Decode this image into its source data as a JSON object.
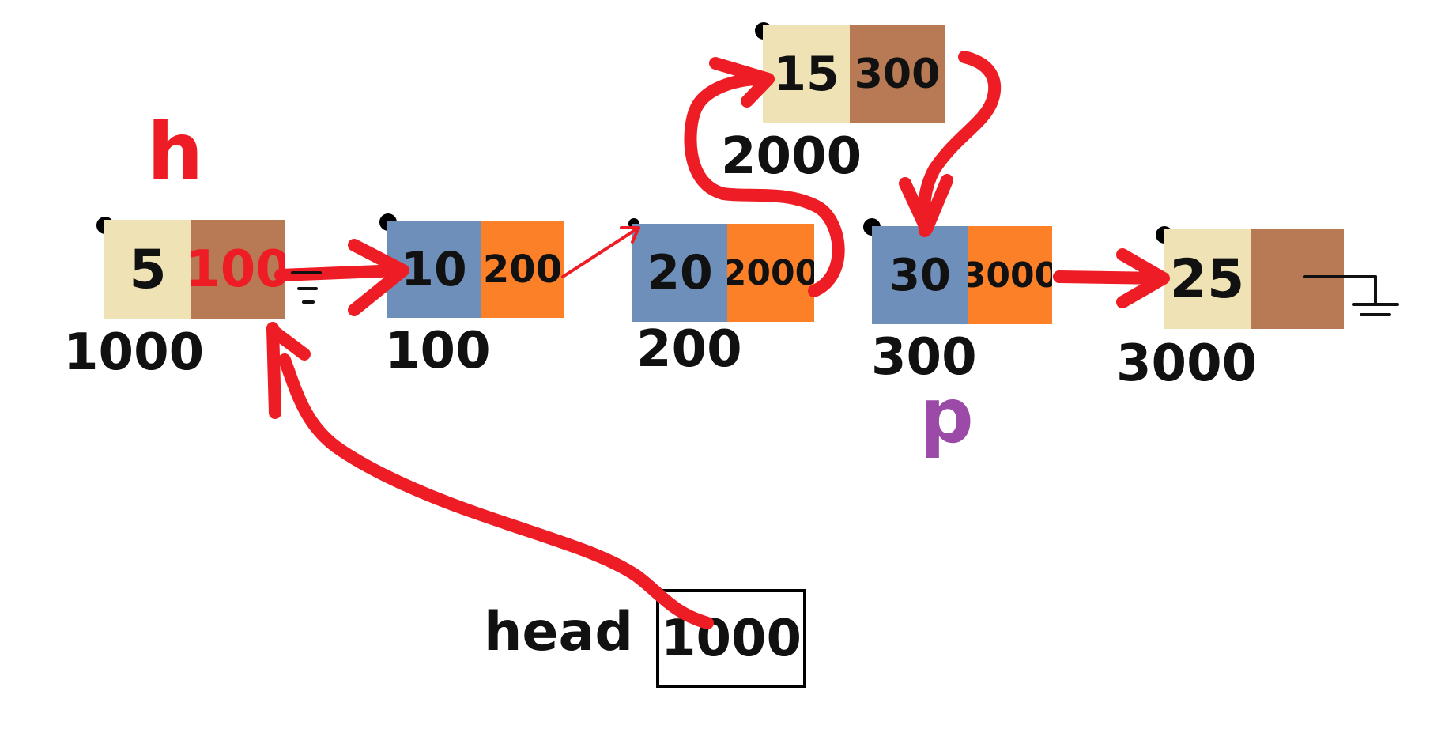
{
  "colors": {
    "beige": "#efe3b6",
    "brown": "#b87a55",
    "blue": "#6f8fbb",
    "orange": "#fc8028",
    "red": "#ee1c24",
    "purple": "#9b4aa8"
  },
  "nodes": [
    {
      "id": "n1000",
      "data": "5",
      "next": "100",
      "address": "1000"
    },
    {
      "id": "n100",
      "data": "10",
      "next": "200",
      "address": "100"
    },
    {
      "id": "n200",
      "data": "20",
      "next": "2000",
      "address": "200"
    },
    {
      "id": "n2000",
      "data": "15",
      "next": "300",
      "address": "2000"
    },
    {
      "id": "n300",
      "data": "30",
      "next": "3000",
      "address": "300"
    },
    {
      "id": "n3000",
      "data": "25",
      "next": "",
      "address": "3000"
    }
  ],
  "head": {
    "label": "head",
    "value": "1000"
  },
  "pointer_labels": {
    "h": "h",
    "p": "p"
  }
}
